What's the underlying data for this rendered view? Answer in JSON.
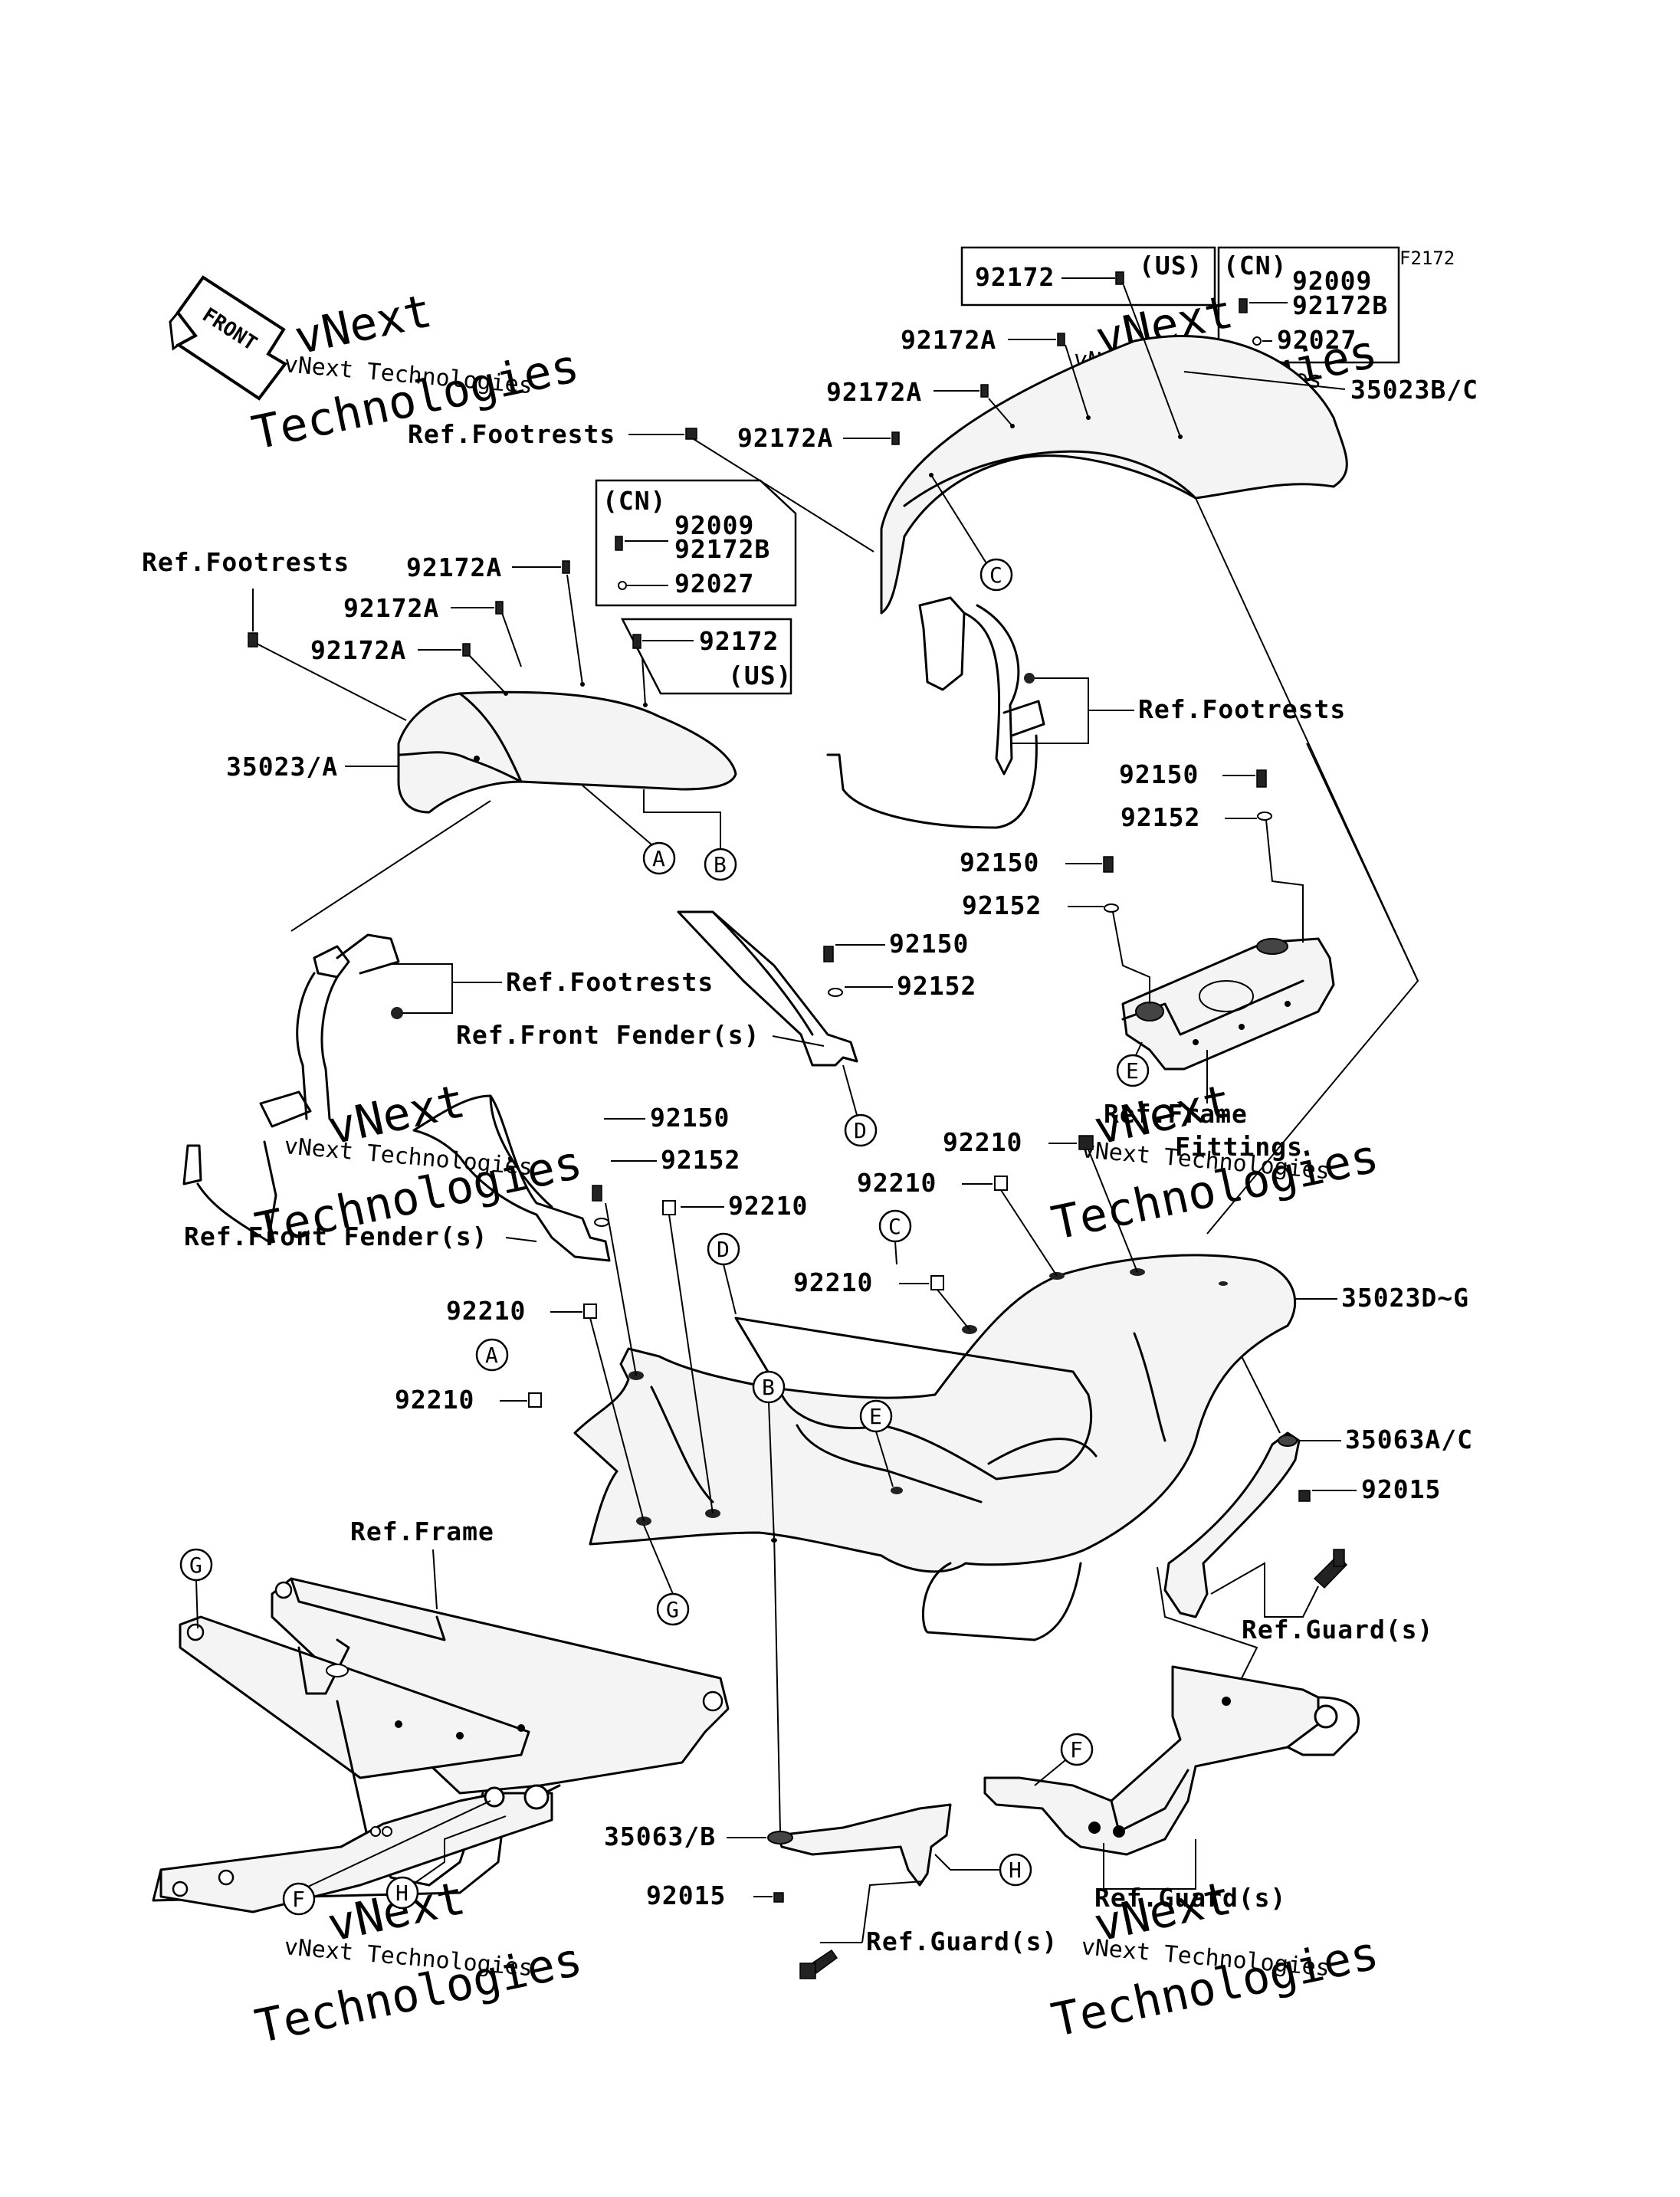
{
  "diagram": {
    "figure_code": "F2172",
    "front_label": "FRONT",
    "watermark_text": "vNext Technologies",
    "watermark_big": "vNext",
    "watermark_big2": "Technologies",
    "labels": {
      "p92172": "92172",
      "us": "(US)",
      "cn": "(CN)",
      "p92009": "92009",
      "p92172B": "92172B",
      "p92027": "92027",
      "p92172A": "92172A",
      "p35023BC": "35023B/C",
      "ref_footrests": "Ref.Footrests",
      "p35023A": "35023/A",
      "p92150": "92150",
      "p92152": "92152",
      "ref_front_fender": "Ref.Front Fender(s)",
      "ref_frame_fittings_1": "Ref.Frame",
      "ref_frame_fittings_2": "Fittings",
      "p92210": "92210",
      "p35023DG": "35023D~G",
      "p35063AC": "35063A/C",
      "p92015": "92015",
      "ref_guards": "Ref.Guard(s)",
      "ref_frame": "Ref.Frame",
      "p35063B": "35063/B"
    },
    "callouts": {
      "A": "A",
      "B": "B",
      "C": "C",
      "D": "D",
      "E": "E",
      "F": "F",
      "G": "G",
      "H": "H"
    }
  }
}
